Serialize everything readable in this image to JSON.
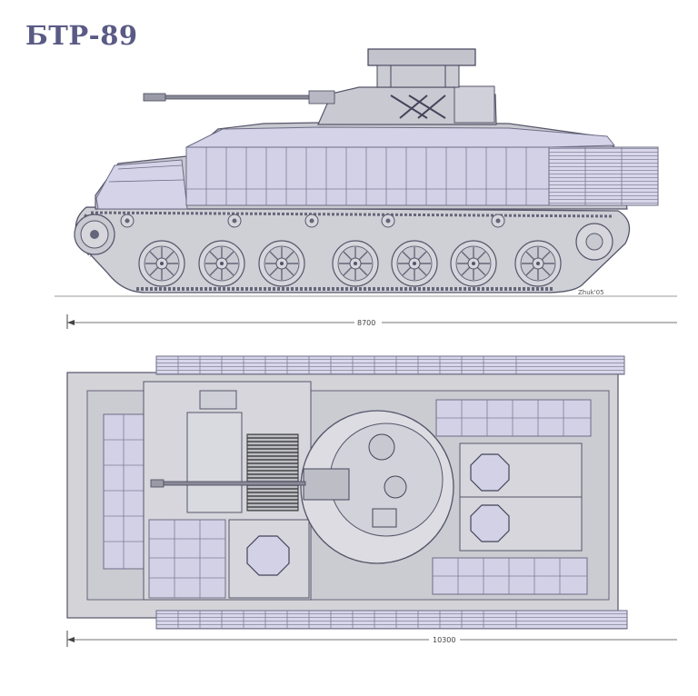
{
  "title": "БТР-89",
  "side_view": {
    "length_label": "8700",
    "signature": "Zhuk'05"
  },
  "top_view": {
    "length_label": "10300"
  },
  "colors": {
    "title": "#5a5a86",
    "armor": "#d3d2e6",
    "hull": "#c7c7d0",
    "line": "#55556a"
  }
}
